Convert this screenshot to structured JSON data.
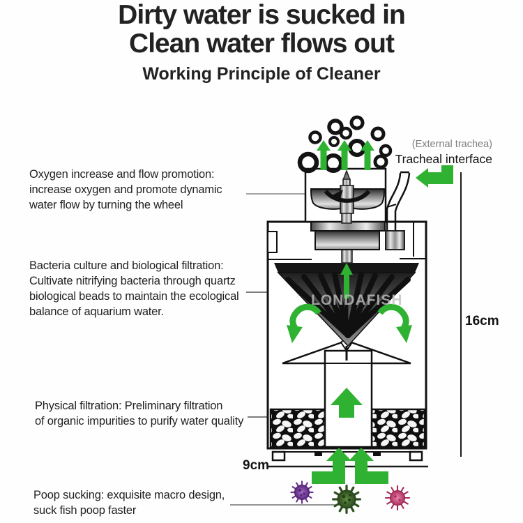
{
  "header": {
    "title_line1": "Dirty water is sucked in",
    "title_line2": "Clean water flows out",
    "subtitle": "Working Principle of Cleaner"
  },
  "annotations": {
    "oxygen": "Oxygen increase and flow promotion:\nincrease oxygen and promote dynamic\nwater flow by turning the wheel",
    "bacteria": "Bacteria culture and biological filtration:\nCultivate nitrifying bacteria through quartz\nbiological beads to maintain the ecological\nbalance of aquarium water.",
    "physical": "Physical filtration: Preliminary filtration\nof organic impurities to purify water quality",
    "poop": "Poop sucking: exquisite macro design,\nsuck fish poop faster",
    "trachea_note": "(External trachea)",
    "trachea_label": "Tracheal interface"
  },
  "dimensions": {
    "height_label": "16cm",
    "width_label": "9cm"
  },
  "watermark": "LONDAFISH",
  "colors": {
    "arrow_green": "#2fb132",
    "diagram_line": "#111111",
    "pointer_gray": "#777777",
    "microbe_purple": "#6b3594",
    "microbe_green": "#3f6b2e",
    "microbe_red": "#c2477a"
  }
}
